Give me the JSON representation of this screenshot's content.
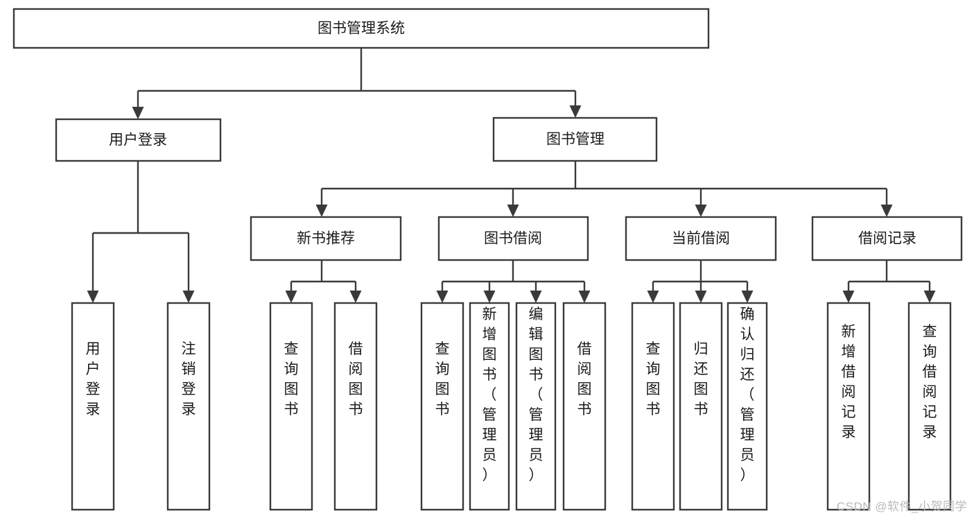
{
  "diagram": {
    "title": "图书管理系统",
    "type": "tree-hierarchy-diagram",
    "colors": {
      "box_stroke": "#3a3a3a",
      "box_fill": "#ffffff",
      "text": "#1a1a1a",
      "background": "#ffffff",
      "watermark": "#b9b9b9"
    },
    "root": {
      "label": "图书管理系统"
    },
    "level2": [
      {
        "label": "用户登录"
      },
      {
        "label": "图书管理"
      }
    ],
    "level3": [
      {
        "label": "新书推荐"
      },
      {
        "label": "图书借阅"
      },
      {
        "label": "当前借阅"
      },
      {
        "label": "借阅记录"
      }
    ],
    "leaves_user_login": [
      {
        "label": "用户登录"
      },
      {
        "label": "注销登录"
      }
    ],
    "leaves_new_book": [
      {
        "label": "查询图书"
      },
      {
        "label": "借阅图书"
      }
    ],
    "leaves_borrow": [
      {
        "label": "查询图书"
      },
      {
        "label": "新增图书（管理员）"
      },
      {
        "label": "编辑图书（管理员）"
      },
      {
        "label": "借阅图书"
      }
    ],
    "leaves_current": [
      {
        "label": "查询图书"
      },
      {
        "label": "归还图书"
      },
      {
        "label": "确认归还（管理员）"
      }
    ],
    "leaves_record": [
      {
        "label": "新增借阅记录"
      },
      {
        "label": "查询借阅记录"
      }
    ]
  },
  "watermark": {
    "text": "CSDN @软件_小贺同学"
  }
}
